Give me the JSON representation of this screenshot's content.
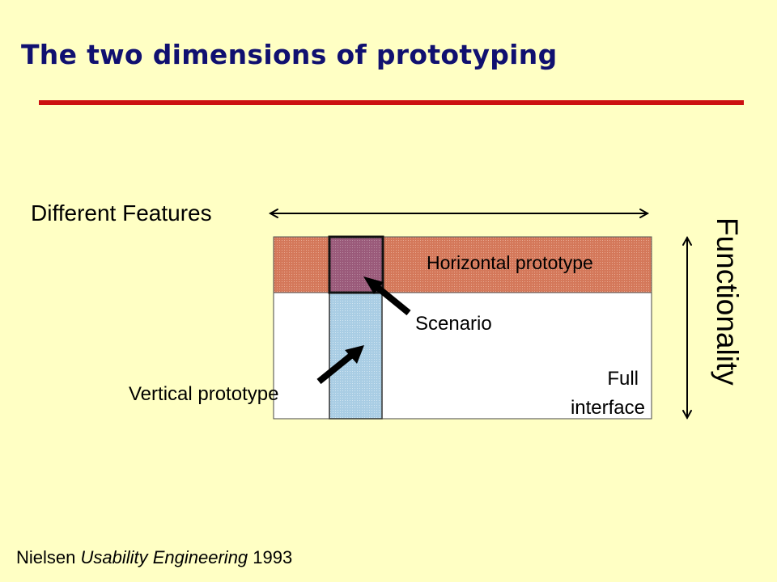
{
  "slide": {
    "title": "The two dimensions of prototyping"
  },
  "diagram": {
    "x_axis_label": "Different Features",
    "y_axis_label": "Functionality",
    "horizontal_label": "Horizontal prototype",
    "scenario_label": "Scenario",
    "vertical_label": "Vertical prototype",
    "full_interface_line1": "Full",
    "full_interface_line2": "interface"
  },
  "citation": {
    "author": "Nielsen",
    "book": "Usability Engineering",
    "year": "1993"
  },
  "colors": {
    "title": "#101070",
    "rule": "#cc1010",
    "background": "#ffffc4",
    "horizontal_band": "#d4785a",
    "vertical_band": "#a9cde4",
    "scenario_box": "#9a5a7a"
  }
}
